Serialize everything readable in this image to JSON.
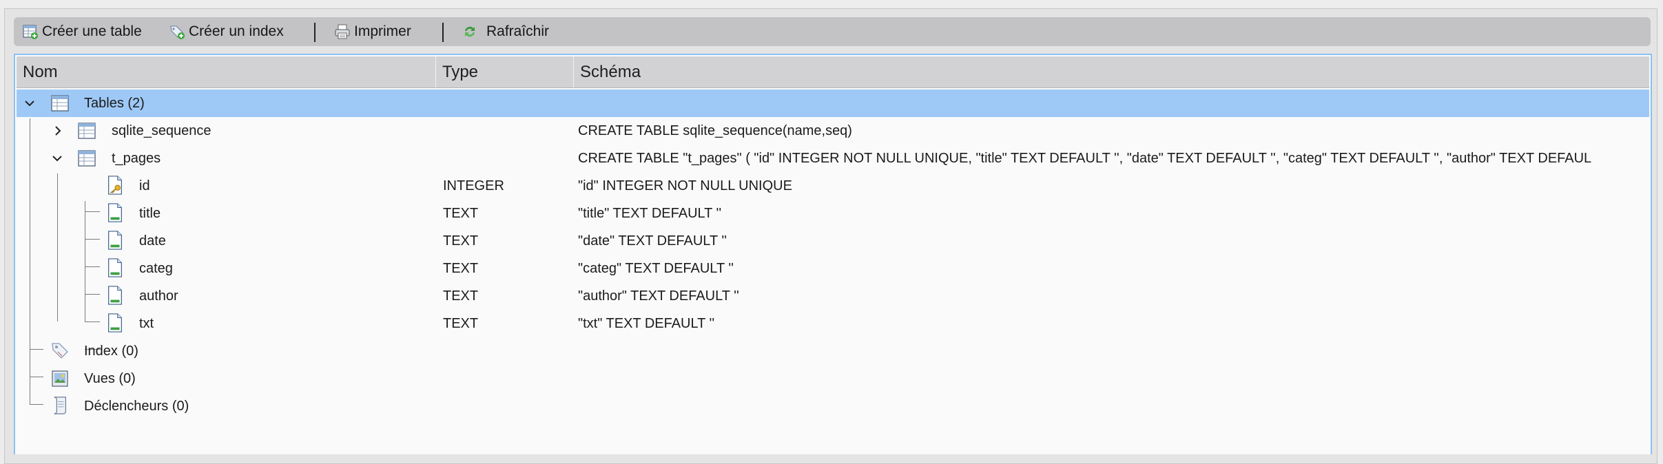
{
  "toolbar": {
    "create_table": "Créer une table",
    "create_index": "Créer un index",
    "print": "Imprimer",
    "refresh": "Rafraîchir"
  },
  "columns": {
    "name": "Nom",
    "type": "Type",
    "schema": "Schéma"
  },
  "tree": {
    "tables": {
      "label": "Tables (2)"
    },
    "sqlite_sequence": {
      "label": "sqlite_sequence",
      "type": "",
      "schema": "CREATE TABLE sqlite_sequence(name,seq)"
    },
    "t_pages": {
      "label": "t_pages",
      "type": "",
      "schema": "CREATE TABLE \"t_pages\" ( \"id\" INTEGER NOT NULL UNIQUE, \"title\" TEXT DEFAULT '', \"date\" TEXT DEFAULT '', \"categ\" TEXT DEFAULT '', \"author\" TEXT DEFAUL"
    },
    "fields": [
      {
        "label": "id",
        "type": "INTEGER",
        "schema": "\"id\" INTEGER NOT NULL UNIQUE",
        "icon": "key-field-icon"
      },
      {
        "label": "title",
        "type": "TEXT",
        "schema": "\"title\" TEXT DEFAULT ''",
        "icon": "field-icon"
      },
      {
        "label": "date",
        "type": "TEXT",
        "schema": "\"date\" TEXT DEFAULT ''",
        "icon": "field-icon"
      },
      {
        "label": "categ",
        "type": "TEXT",
        "schema": "\"categ\" TEXT DEFAULT ''",
        "icon": "field-icon"
      },
      {
        "label": "author",
        "type": "TEXT",
        "schema": "\"author\" TEXT DEFAULT ''",
        "icon": "field-icon"
      },
      {
        "label": "txt",
        "type": "TEXT",
        "schema": "\"txt\" TEXT DEFAULT ''",
        "icon": "field-icon"
      }
    ],
    "index": {
      "label": "Index (0)"
    },
    "views": {
      "label": "Vues (0)"
    },
    "triggers": {
      "label": "Déclencheurs (0)"
    }
  },
  "colors": {
    "selection": "#9ec9f6",
    "panel_border": "#8cc0f2",
    "toolbar": "#c3c3c6"
  }
}
